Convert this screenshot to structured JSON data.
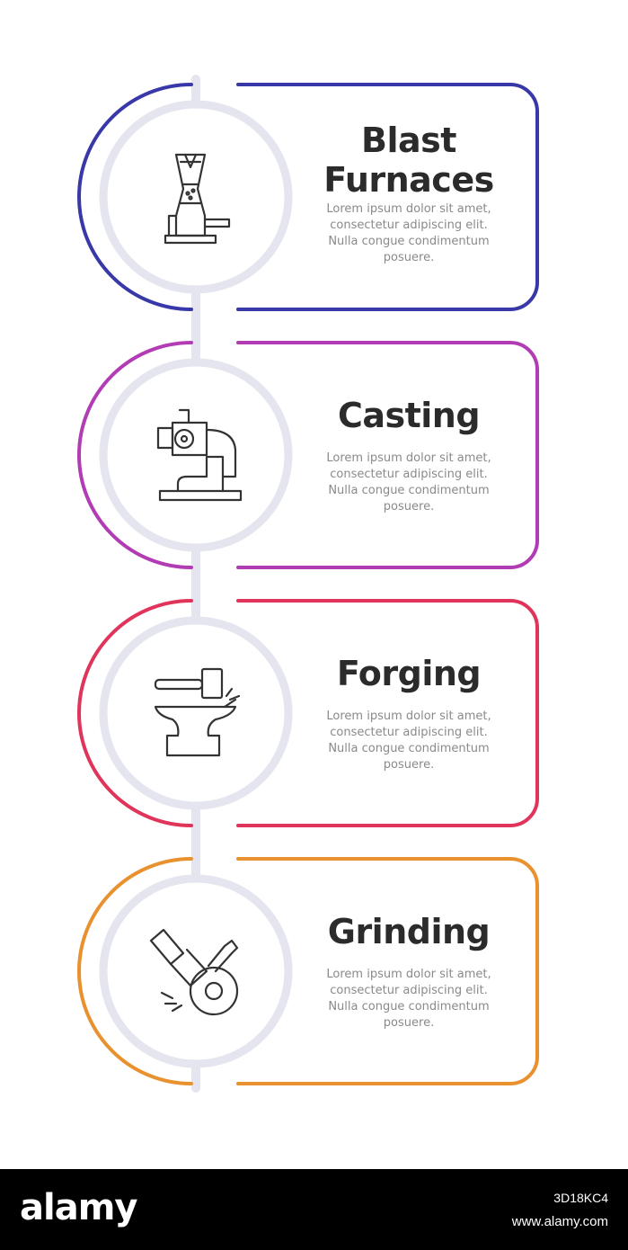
{
  "colors": {
    "connector": "#e4e5ee",
    "title": "#2b2b2b",
    "description": "#8a8a8a",
    "footer_bg": "#000000"
  },
  "steps": [
    {
      "title_lines": [
        "Blast",
        "Furnaces"
      ],
      "description_lines": [
        "Lorem ipsum dolor sit amet,",
        "consectetur adipiscing elit.",
        "Nulla congue condimentum",
        "posuere."
      ],
      "color": "#3838a8",
      "icon": "blast-furnace-icon"
    },
    {
      "title_lines": [
        "Casting"
      ],
      "description_lines": [
        "Lorem ipsum dolor sit amet,",
        "consectetur adipiscing elit.",
        "Nulla congue condimentum",
        "posuere."
      ],
      "color": "#b23cb4",
      "icon": "casting-machine-icon"
    },
    {
      "title_lines": [
        "Forging"
      ],
      "description_lines": [
        "Lorem ipsum dolor sit amet,",
        "consectetur adipiscing elit.",
        "Nulla congue condimentum",
        "posuere."
      ],
      "color": "#e0345a",
      "icon": "anvil-hammer-icon"
    },
    {
      "title_lines": [
        "Grinding"
      ],
      "description_lines": [
        "Lorem ipsum dolor sit amet,",
        "consectetur adipiscing elit.",
        "Nulla congue condimentum",
        "posuere."
      ],
      "color": "#e8912e",
      "icon": "angle-grinder-icon"
    }
  ],
  "footer": {
    "brand": "alamy",
    "image_id": "3D18KC4",
    "site": "www.alamy.com"
  }
}
